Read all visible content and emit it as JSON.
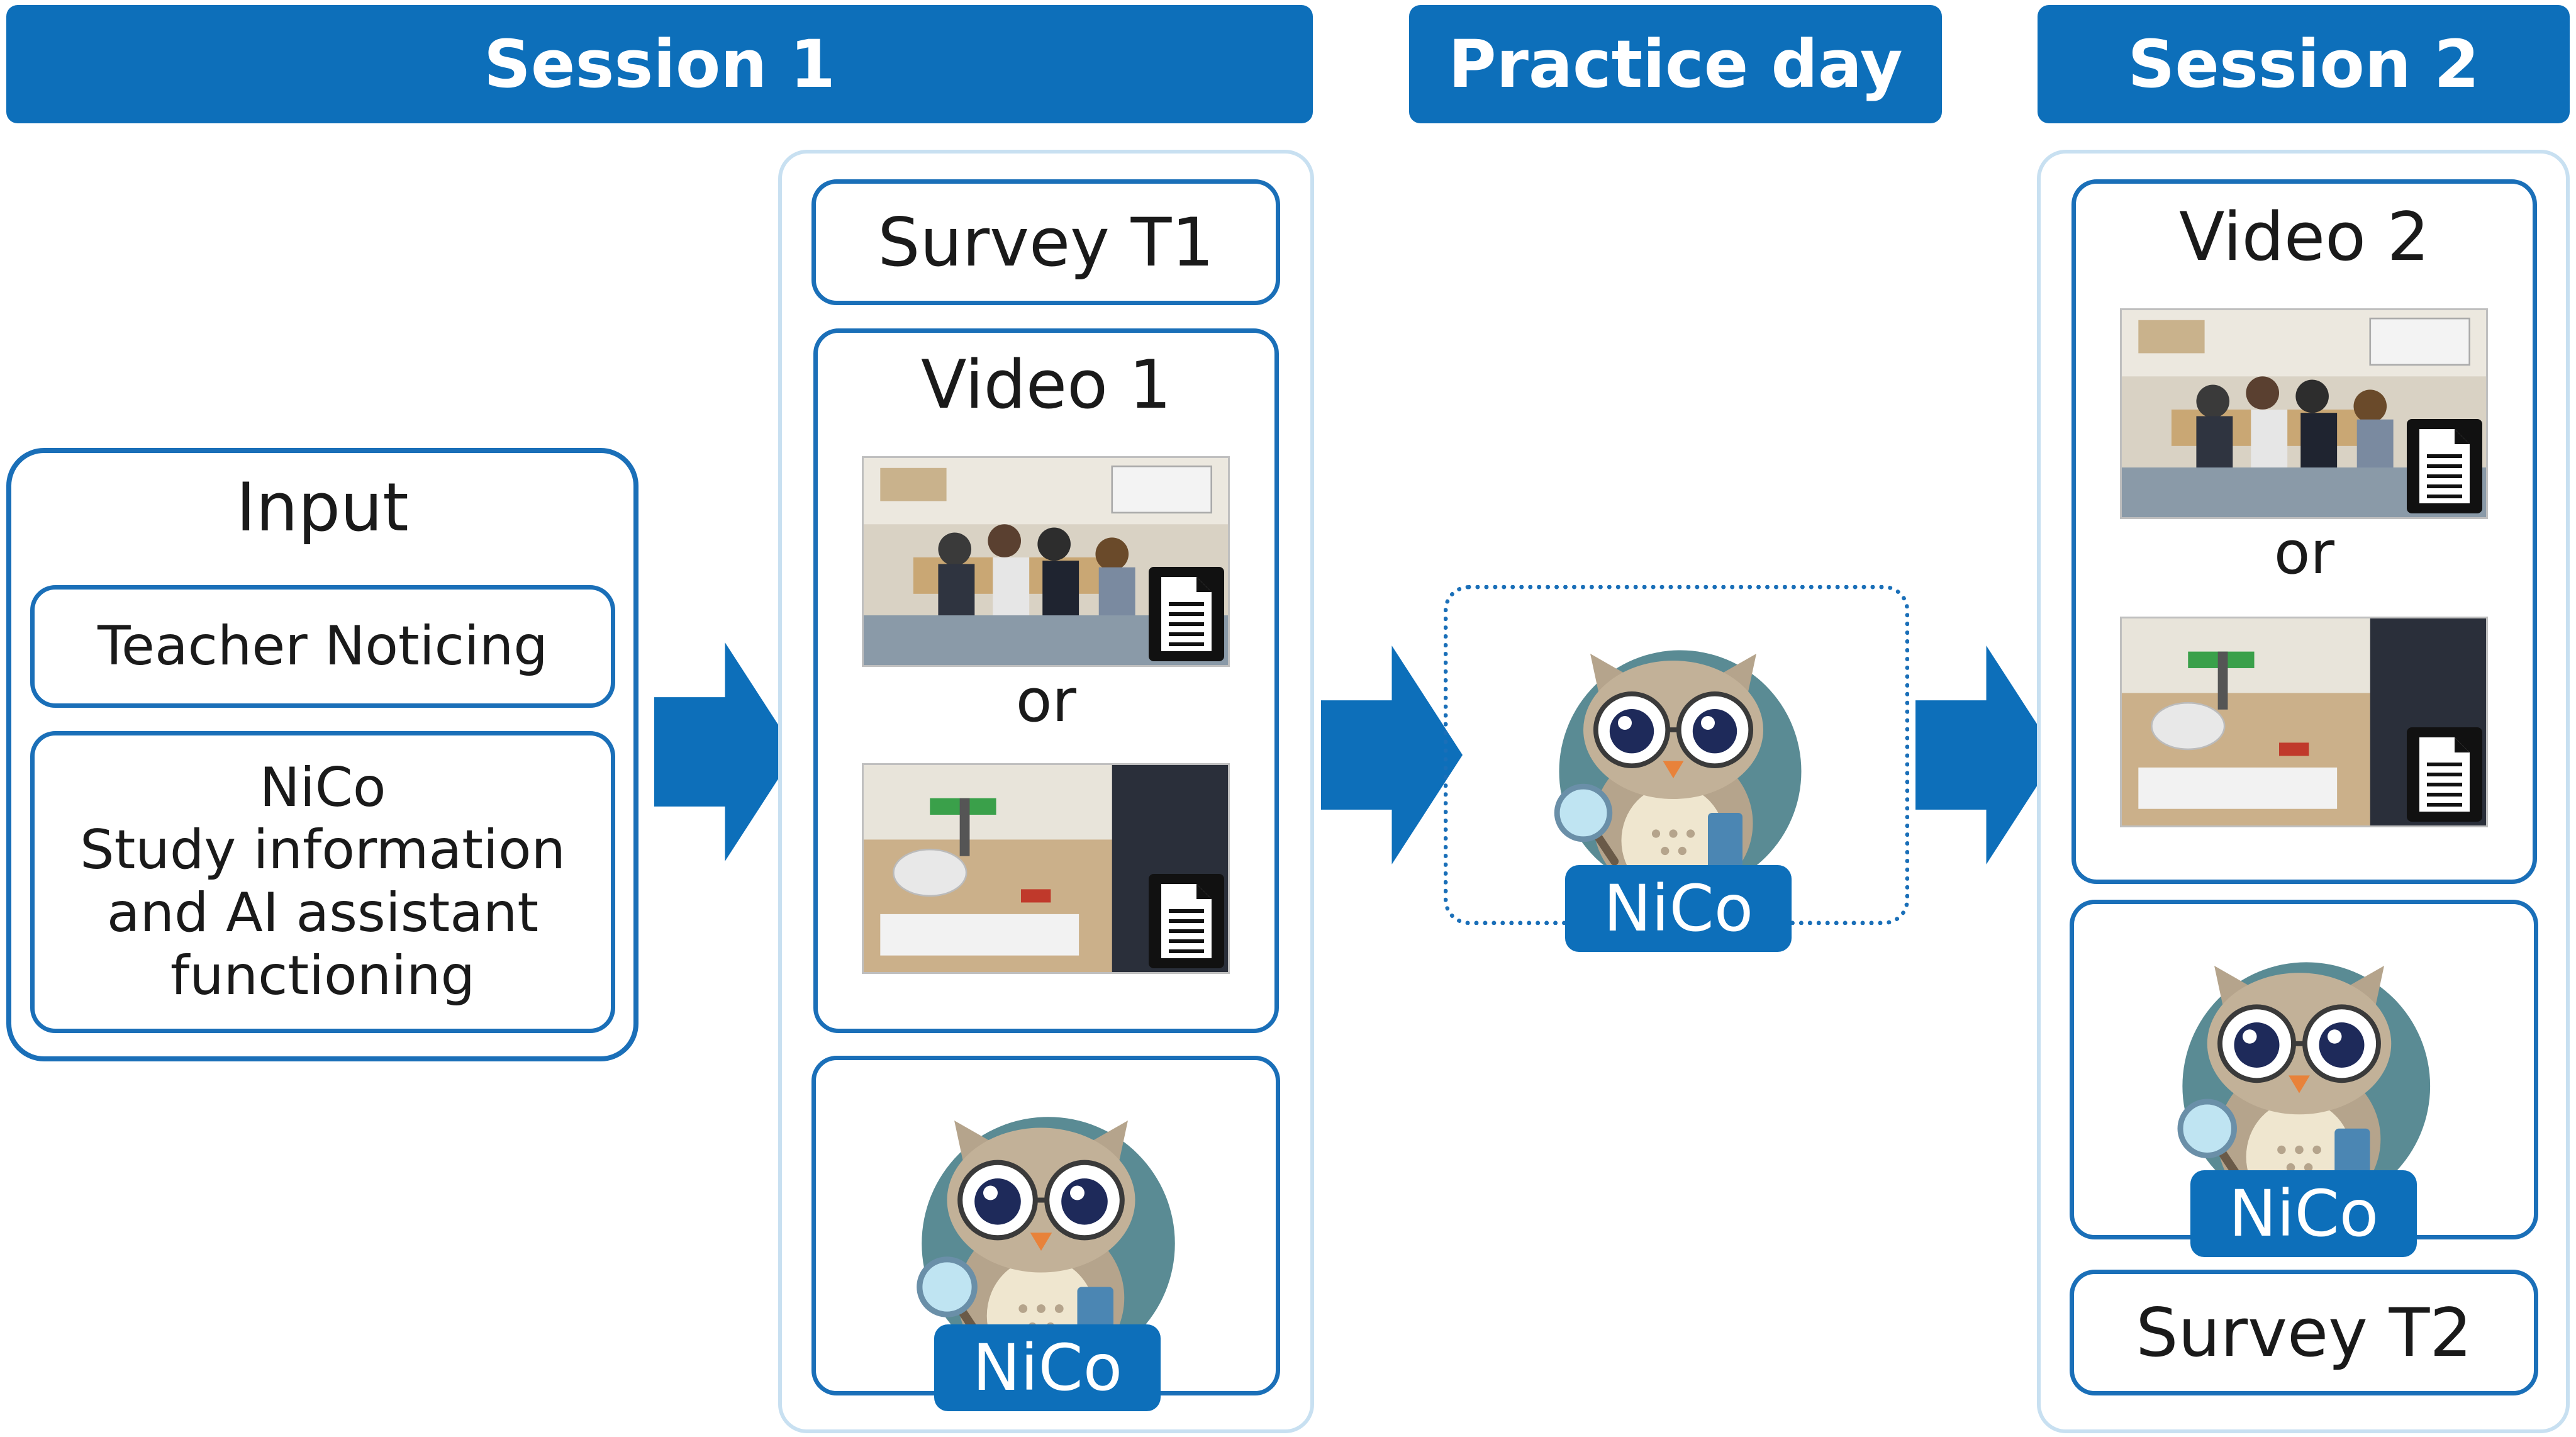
{
  "headers": {
    "session1": "Session 1",
    "practice_day": "Practice day",
    "session2": "Session 2"
  },
  "input": {
    "title": "Input",
    "teacher_noticing": "Teacher Noticing",
    "nico_line1": "NiCo",
    "nico_line2": "Study information",
    "nico_line3": "and AI assistant",
    "nico_line4": "functioning"
  },
  "session1": {
    "survey": "Survey T1",
    "video": "Video 1",
    "or": "or",
    "nico": "NiCo"
  },
  "practice": {
    "nico": "NiCo"
  },
  "session2": {
    "video": "Video 2",
    "or": "or",
    "nico": "NiCo",
    "survey": "Survey T2"
  },
  "colors": {
    "header_blue": "#0d6fba",
    "box_border": "#1a6fb8",
    "panel_border": "#c8e0f1",
    "arrow_blue": "#0d6fba"
  },
  "icons": [
    "document-icon",
    "owl-mascot",
    "magnifier-icon",
    "right-arrow"
  ]
}
